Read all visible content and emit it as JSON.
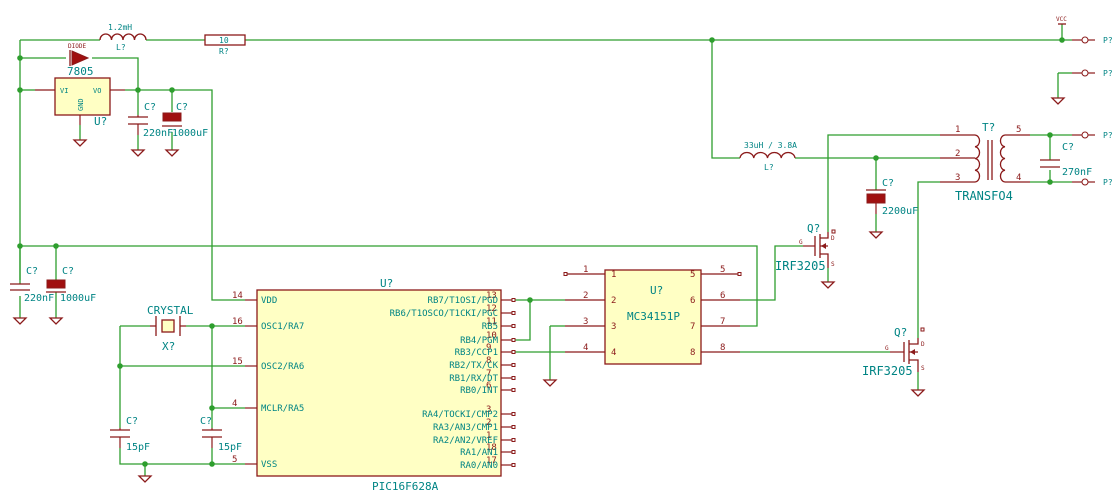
{
  "diagram": {
    "inductor_top": {
      "value": "1.2mH",
      "ref": "L?"
    },
    "resistor_top": {
      "value": "10",
      "ref": "R?"
    },
    "diode": {
      "label": "DIODE"
    },
    "vcc": {
      "label": "VCC"
    },
    "regulator": {
      "name": "7805",
      "pin_vi": "VI",
      "pin_vo": "VO",
      "pin_gnd": "GND",
      "ref": "U?"
    },
    "cap_a": {
      "ref": "C?",
      "value": "220nF"
    },
    "cap_b": {
      "ref": "C?",
      "value": "1000uF"
    },
    "cap_c": {
      "ref": "C?",
      "value": "220nF"
    },
    "cap_d": {
      "ref": "C?",
      "value": "1000uF"
    },
    "crystal": {
      "name": "CRYSTAL",
      "ref": "X?"
    },
    "cap_e": {
      "ref": "C?",
      "value": "15pF"
    },
    "cap_f": {
      "ref": "C?",
      "value": "15pF"
    },
    "pic": {
      "ref": "U?",
      "name": "PIC16F628A",
      "left_pins": [
        {
          "num": "14",
          "name": "VDD"
        },
        {
          "num": "16",
          "name": "OSC1/RA7"
        },
        {
          "num": "15",
          "name": "OSC2/RA6"
        },
        {
          "num": "4",
          "name": "MCLR/RA5"
        },
        {
          "num": "5",
          "name": "VSS"
        }
      ],
      "right_pins": [
        {
          "num": "13",
          "name": "RB7/T1OSI/PGD"
        },
        {
          "num": "12",
          "name": "RB6/T1OSCO/T1CKI/PGC"
        },
        {
          "num": "11",
          "name": "RB5"
        },
        {
          "num": "10",
          "name": "RB4/PGM"
        },
        {
          "num": "9",
          "name": "RB3/CCP1"
        },
        {
          "num": "8",
          "name": "RB2/TX/CK"
        },
        {
          "num": "7",
          "name": "RB1/RX/DT"
        },
        {
          "num": "6",
          "name": "RB0/INT"
        },
        {
          "num": "3",
          "name": "RA4/TOCKI/CMP2"
        },
        {
          "num": "2",
          "name": "RA3/AN3/CMP1"
        },
        {
          "num": "1",
          "name": "RA2/AN2/VREF"
        },
        {
          "num": "18",
          "name": "RA1/AN1"
        },
        {
          "num": "17",
          "name": "RA0/AN0"
        }
      ]
    },
    "driver": {
      "ref": "U?",
      "name": "MC34151P",
      "left_pins": [
        "1",
        "2",
        "3",
        "4"
      ],
      "right_pins": [
        "5",
        "6",
        "7",
        "8"
      ]
    },
    "inductor_mid": {
      "value": "33uH / 3.8A",
      "ref": "L?"
    },
    "cap_g": {
      "ref": "C?",
      "value": "2200uF"
    },
    "transformer": {
      "ref": "T?",
      "name": "TRANSFO4",
      "pins": [
        "1",
        "2",
        "3",
        "4",
        "5"
      ]
    },
    "cap_h": {
      "ref": "C?",
      "value": "270nF"
    },
    "mosfet_1": {
      "ref": "Q?",
      "name": "IRF3205",
      "g": "G",
      "d": "D",
      "s": "S"
    },
    "mosfet_2": {
      "ref": "Q?",
      "name": "IRF3205",
      "g": "G",
      "d": "D",
      "s": "S"
    },
    "connectors": [
      "P?",
      "P?",
      "P?",
      "P?"
    ]
  }
}
